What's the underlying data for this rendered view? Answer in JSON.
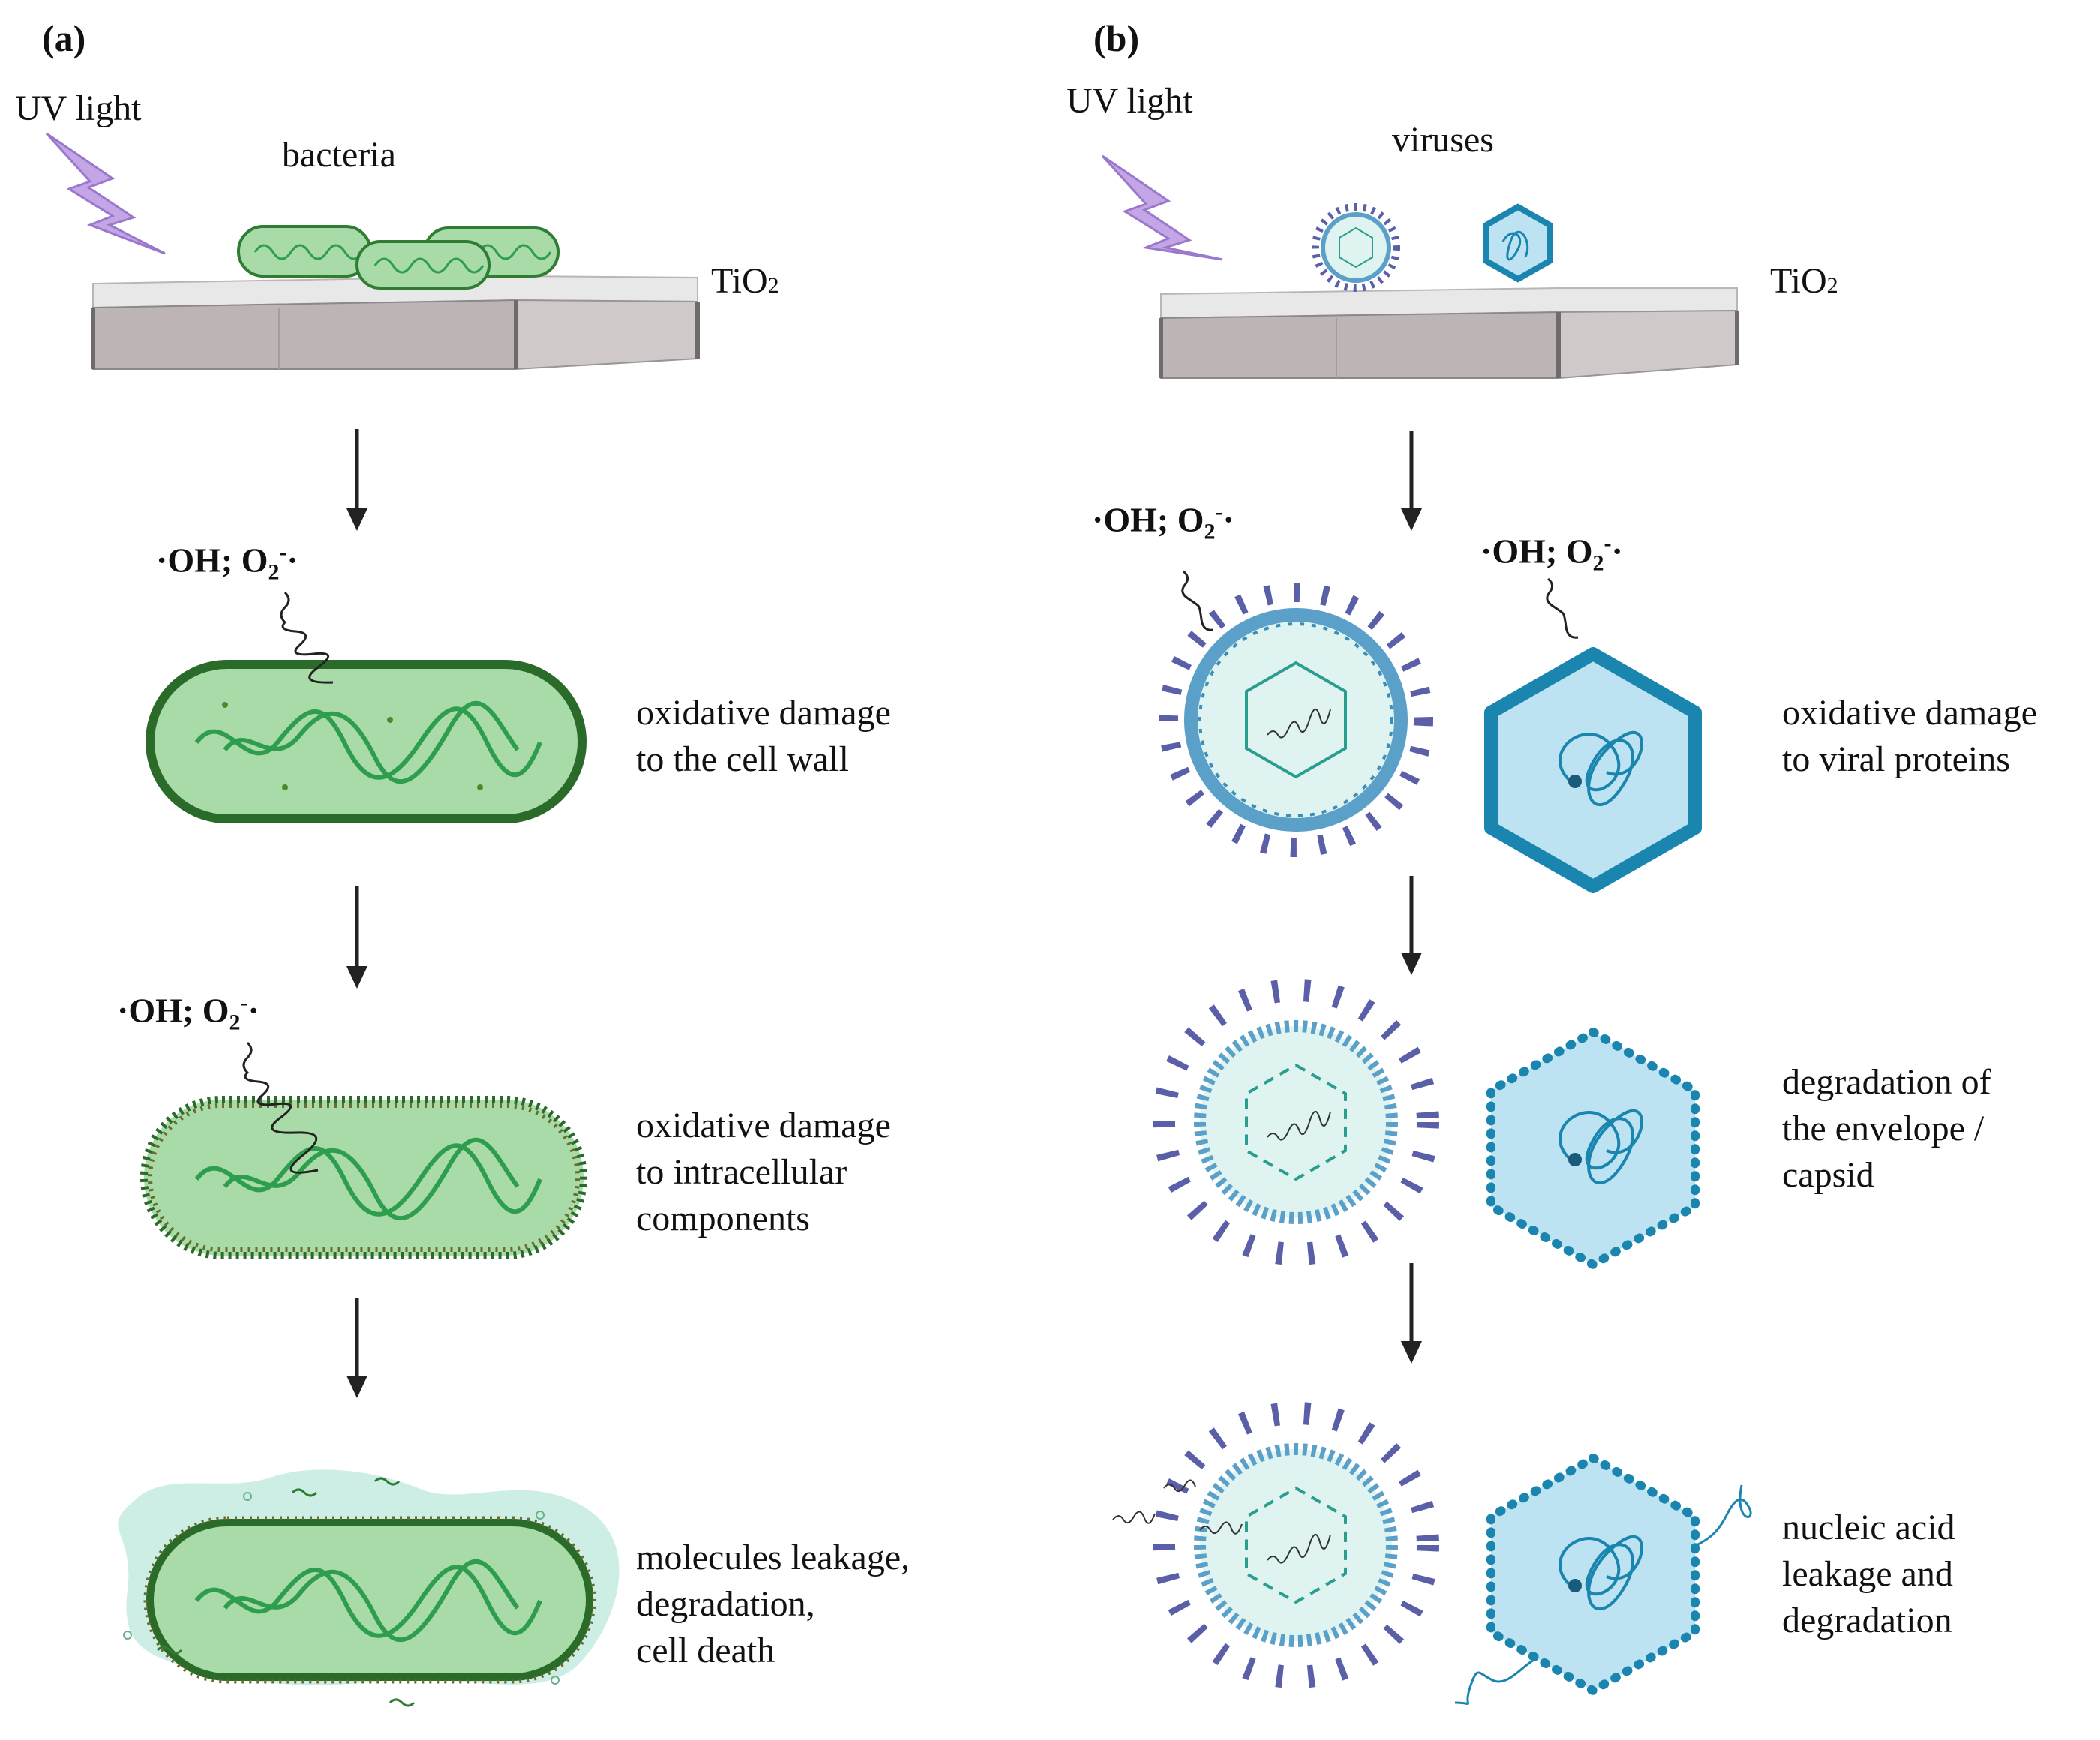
{
  "panel_a": {
    "label": "(a)",
    "uv_label": "UV light",
    "organism_label": "bacteria",
    "surface_label": "TiO",
    "surface_sub": "2",
    "steps": [
      {
        "radical_prefix": "·OH; O",
        "radical_sub": "2",
        "radical_sup": "-",
        "radical_suffix": "·",
        "description_lines": [
          "oxidative damage",
          "to the cell wall"
        ]
      },
      {
        "radical_prefix": "·OH; O",
        "radical_sub": "2",
        "radical_sup": "-",
        "radical_suffix": "·",
        "description_lines": [
          "oxidative damage",
          "to intracellular",
          "components"
        ]
      },
      {
        "description_lines": [
          "molecules leakage,",
          "degradation,",
          "cell death"
        ]
      }
    ]
  },
  "panel_b": {
    "label": "(b)",
    "uv_label": "UV light",
    "organism_label": "viruses",
    "surface_label": "TiO",
    "surface_sub": "2",
    "radical_left": {
      "prefix": "·OH; O",
      "sub": "2",
      "sup": "-",
      "suffix": "·"
    },
    "radical_right": {
      "prefix": "·OH; O",
      "sub": "2",
      "sup": "-",
      "suffix": "·"
    },
    "steps": [
      {
        "description_lines": [
          "oxidative damage",
          "to viral proteins"
        ]
      },
      {
        "description_lines": [
          "degradation of",
          "the envelope /",
          "capsid"
        ]
      },
      {
        "description_lines": [
          "nucleic acid",
          "leakage and",
          "degradation"
        ]
      }
    ]
  },
  "colors": {
    "bacteria_fill": "#a8dba8",
    "bacteria_wall": "#2e7d32",
    "bacteria_dna": "#2e9e4e",
    "virus_envelope": "#5aa0c8",
    "virus_spike_blue": "#2a7f9e",
    "virus_spike_purple": "#5a5fa8",
    "capsid_fill": "#bde3f2",
    "capsid_edge": "#1a86b0",
    "tio2_top": "#e6e6e6",
    "tio2_side": "#bdb6b6",
    "uv_bolt": "#c4a6e6",
    "arrow": "#222222"
  },
  "icons": [
    "lightning-bolt-icon",
    "rod-bacterium-icon",
    "enveloped-virus-icon",
    "hexagonal-capsid-virus-icon",
    "wavy-radical-arrow-icon",
    "down-arrow-icon"
  ]
}
